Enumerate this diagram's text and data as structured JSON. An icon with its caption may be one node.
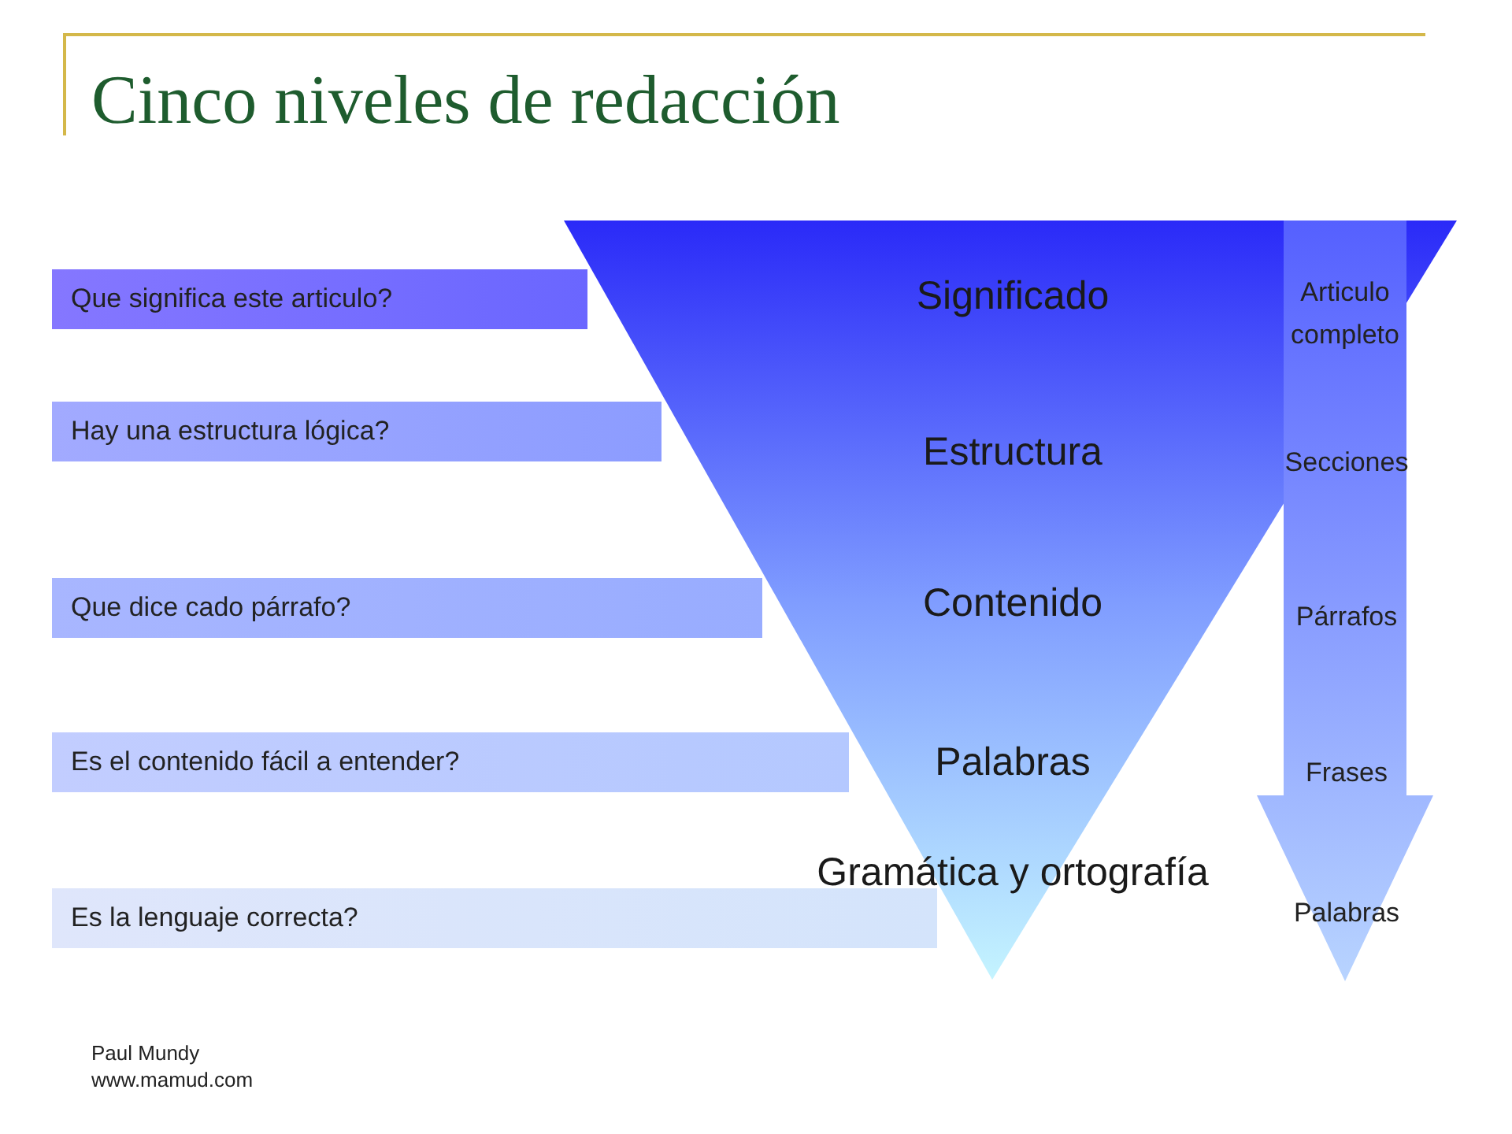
{
  "diagram": {
    "title": "Cinco niveles de redacción",
    "nodes": [
      {
        "text": [
          "Que significa este articulo?"
        ]
      },
      {
        "text": [
          "Hay una estructura lógica?"
        ]
      },
      {
        "text": [
          "Que dice cado párrafo?"
        ]
      },
      {
        "text": [
          "Es el contenido fácil a entender?"
        ]
      },
      {
        "text": [
          "Es la lenguaje correcta?"
        ]
      },
      {
        "text": [
          "Significado",
          "Estructura",
          "Contenido",
          "Palabras",
          "Gramática y ortografía"
        ]
      },
      {
        "text": [
          "Articulo completo",
          "Secciones",
          "Párrafos",
          "Frases",
          "Palabras"
        ]
      }
    ],
    "labels": [
      "Paul Mundy",
      "www.mamud.com"
    ]
  }
}
